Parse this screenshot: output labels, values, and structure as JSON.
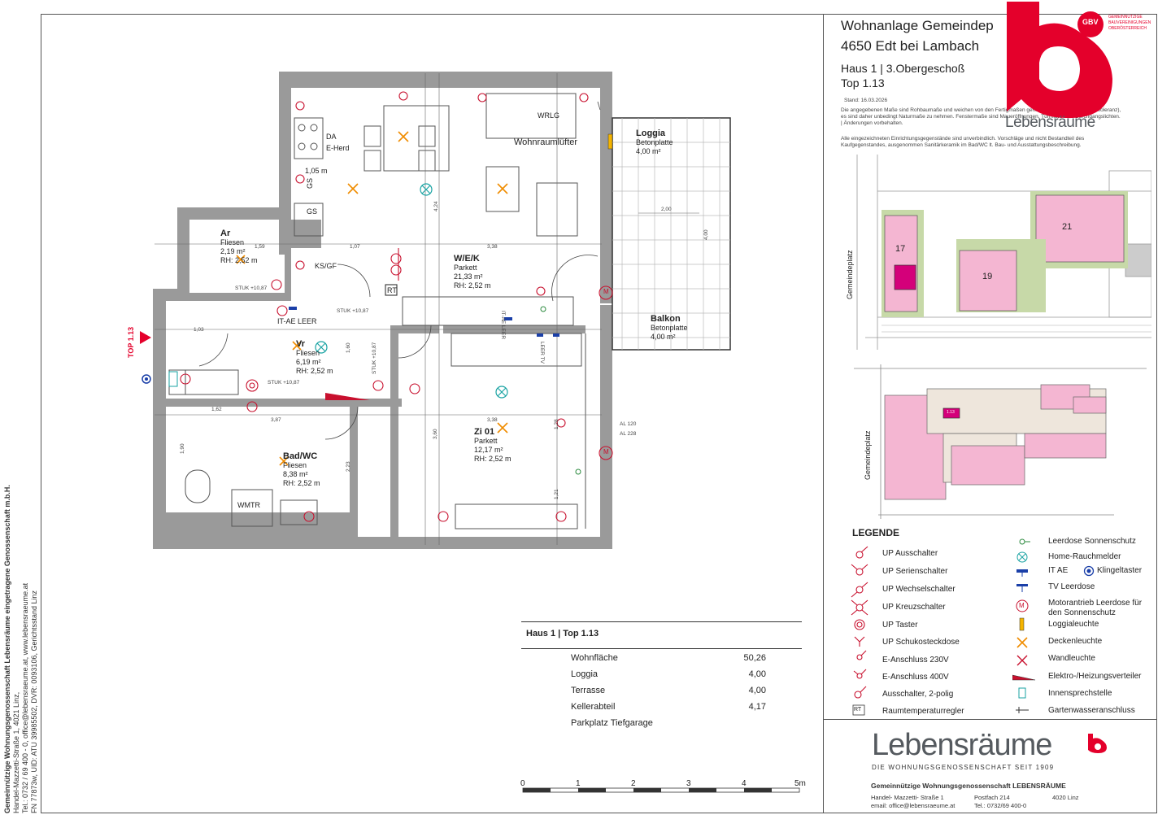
{
  "sidebar": {
    "company": "Gemeinnützige Wohnungsgenossenschaft Lebensräume eingetragene Genossenschaft m.b.H.",
    "address": "Handel-Mazzetti-Straße 1, 4021 Linz,",
    "contact": "Tel.: 0732 / 69 400 - 0, office@lebensraeume.at, www.lebensraeume.at",
    "registry": "FN 77873w, UID: ATU 39985502, DVR: 0093106, Gerichtsstand Linz"
  },
  "header": {
    "title_line1": "Wohnanlage Gemeindep",
    "title_line2": "4650 Edt bei Lambach",
    "haus": "Haus 1 | 3.Obergeschoß",
    "top": "Top 1.13",
    "stand": "Stand: 16.03.2026",
    "disclaimer1": "Die angegebenen Maße sind Rohbaumaße und weichen von den Fertigmaßen geringfügig ab (Innenputz, Bautoleranz), es sind daher unbedingt Naturmaße zu nehmen. Fenstermaße sind Maueröffnungen, Türmaße sind Durchgangslichten. | Änderungen vorbehalten.",
    "disclaimer2": "Alle eingezeichneten Einrichtungsgegenstände sind unverbindlich. Vorschläge und nicht Bestandteil des Kaufgegenstandes, ausgenommen Sanitärkeramik im Bad/WC lt. Bau- und Ausstattungsbeschreibung."
  },
  "logo": {
    "brand": "Lebensräume",
    "gbv_line1": "GEMEINNÜTZIGE",
    "gbv_line2": "BAUVEREINIGUNGEN",
    "gbv_line3": "OBERÖSTERREICH",
    "gbv_mark": "GBV"
  },
  "rooms": [
    {
      "name": "Ar",
      "floor": "Fliesen",
      "area": "2,19 m²",
      "rh": "RH: 2,52 m"
    },
    {
      "name": "W/E/K",
      "floor": "Parkett",
      "area": "21,33 m²",
      "rh": "RH: 2,52 m"
    },
    {
      "name": "Vr",
      "floor": "Fliesen",
      "area": "6,19 m²",
      "rh": "RH: 2,52 m"
    },
    {
      "name": "Zi 01",
      "floor": "Parkett",
      "area": "12,17 m²",
      "rh": "RH: 2,52 m"
    },
    {
      "name": "Bad/WC",
      "floor": "Fliesen",
      "area": "8,38 m²",
      "rh": "RH: 2,52 m"
    },
    {
      "name": "Loggia",
      "floor": "Betonplatte",
      "area": "4,00 m²",
      "rh": ""
    },
    {
      "name": "Balkon",
      "floor": "Betonplatte",
      "area": "4,00 m²",
      "rh": ""
    }
  ],
  "plan_labels": {
    "da": "DA",
    "eherd": "E-Herd",
    "gs": "GS",
    "gs2": "GS",
    "ksgf": "KS/GF",
    "rt": "RT",
    "wrlg": "WRLG",
    "wohnraumluefter": "Wohnraumlüfter",
    "itae_leer": "IT-AE LEER",
    "leer_tv": "LEER TV",
    "itae_leer2": "IT-AE LEER",
    "wm": "WM",
    "tr": "TR",
    "top_marker": "TOP 1.13",
    "stuk1": "STUK +10,87",
    "stuk2": "STUK +10,87",
    "stuk3": "STUK +10,87",
    "stuk4": "STUK +10,87",
    "dim_105": "1,05 m",
    "dim_200": "2,00",
    "dim_400": "4,00",
    "dim_338": "3,38",
    "dim_338b": "3,38",
    "dim_107": "1,07",
    "dim_159": "1,59",
    "dim_387": "3,87",
    "dim_162": "1,62",
    "dim_190": "1,90",
    "dim_360": "3,60",
    "dim_424": "4,24",
    "dim_103": "1,03",
    "dim_160": "1,60",
    "dim_223": "2,23",
    "dim_121": "1,21",
    "dim_128": "1,28",
    "dim_120": "AL 120",
    "dim_228": "AL 228"
  },
  "table": {
    "heading": "Haus 1 | Top 1.13",
    "rows": [
      {
        "label": "Wohnfläche",
        "value": "50,26"
      },
      {
        "label": "Loggia",
        "value": "4,00"
      },
      {
        "label": "Terrasse",
        "value": "4,00"
      },
      {
        "label": "Kellerabteil",
        "value": "4,17"
      },
      {
        "label": "Parkplatz Tiefgarage",
        "value": ""
      }
    ]
  },
  "scale": {
    "labels": [
      "0",
      "1",
      "2",
      "3",
      "4",
      "5m"
    ]
  },
  "siteplan": {
    "street": "Gemeindeplatz",
    "buildings": [
      "17",
      "19",
      "21"
    ],
    "street2": "Gemeindeplatz",
    "unit_marker": "1.13"
  },
  "legend": {
    "title": "LEGENDE",
    "left": [
      "UP Ausschalter",
      "UP Serienschalter",
      "UP Wechselschalter",
      "UP Kreuzschalter",
      "UP Taster",
      "UP Schukosteckdose",
      "E-Anschluss 230V",
      "E-Anschluss 400V",
      "Ausschalter, 2-polig",
      "Raumtemperaturregler"
    ],
    "right": [
      "Leerdose Sonnenschutz",
      "Home-Rauchmelder",
      "IT AE",
      "Klingeltaster",
      "TV Leerdose",
      "Motorantrieb Leerdose für den Sonnenschutz",
      "Loggialeuchte",
      "Deckenleuchte",
      "Wandleuchte",
      "Elektro-/Heizungsverteiler",
      "Innensprechstelle",
      "Gartenwasseranschluss"
    ],
    "rt_symbol": "RT",
    "m_symbol": "M"
  },
  "footer": {
    "brand": "Lebensräume",
    "tagline": "DIE WOHNUNGSGENOSSENSCHAFT SEIT 1909",
    "company": "Gemeinnützige Wohnungsgenossenschaft LEBENSRÄUME",
    "street": "Handel- Mazzetti- Straße 1",
    "pobox": "Postfach 214",
    "city": "4020 Linz",
    "email": "email: office@lebensraeume.at",
    "tel": "Tel.: 0732/69 400-0"
  },
  "colors": {
    "brand_red": "#e4002b",
    "brand_grey": "#555a5f",
    "wall_grey": "#9a9a9a",
    "building_pink": "#f4b6d2",
    "building_green": "#c7d9a8",
    "highlight_magenta": "#d4007a",
    "symbol_red": "#c8102e",
    "symbol_orange": "#f08c00",
    "symbol_teal": "#1aa3a3",
    "symbol_blue": "#1a3fa8"
  }
}
